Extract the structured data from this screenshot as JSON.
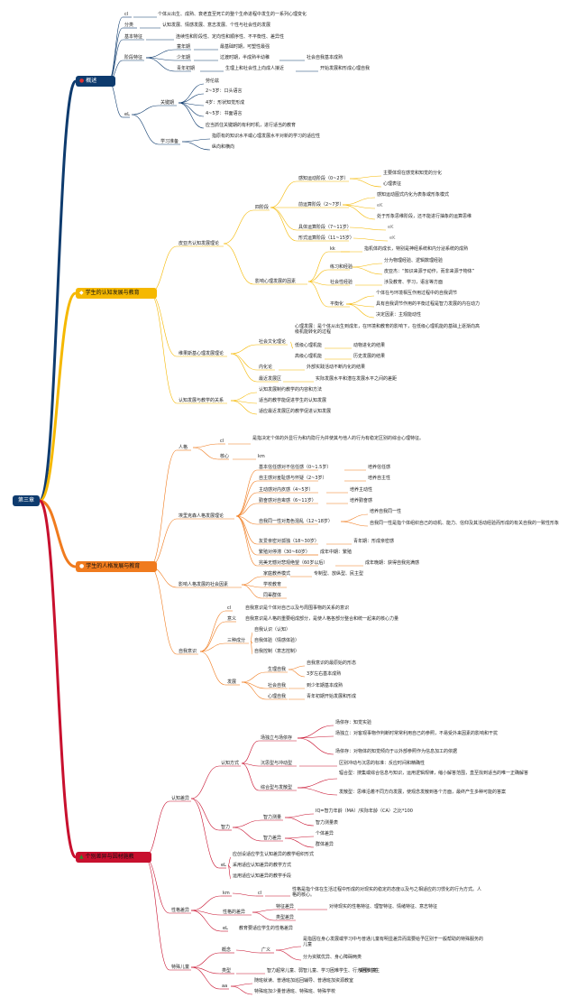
{
  "colors": {
    "root": "#0e3b6e",
    "b1": "#0e3b6e",
    "b2": "#f5b800",
    "b3": "#f07b1e",
    "b4": "#c8102e"
  },
  "root": {
    "label": "第三章"
  },
  "b1": {
    "label": "概述",
    "icon": "marker-1-icon",
    "items": {
      "c_key": "cl",
      "c_val": "个体从出生、成熟、衰老直至死亡的整个生命进程中发生的一系列心理变化",
      "fenlei": "分类",
      "fenlei_val": "认知发展、情感发展、意志发展、个性与社会性的发展",
      "jiben": "基本特征",
      "jiben_val": "连续性和阶段性、定向性和顺序性、不平衡性、差异性",
      "jieduan": "阶段特征",
      "tongnian": "童年期",
      "tongnian_val": "最基础时期，可塑性最强",
      "shaonian": "少年期",
      "shaonian_val1": "过渡时期，半成熟半幼稚",
      "shaonian_val2": "社会自我基本成熟",
      "qingnian": "青年初期",
      "qingnian_val1": "生理上和社会性上向成人接近",
      "qingnian_val2": "开始发展和形成心理自我",
      "el": "eL",
      "guanjian": "关键期",
      "gj1": "劳伦兹",
      "gj2": "2~3岁：口头语言",
      "gj3": "4岁：形状知觉形成",
      "gj4": "4~5岁：书面语言",
      "gj_note": "应当抓住关键期的有利时机，进行适当的教育",
      "xuexi": "学习准备",
      "xx1": "指原有的知识水平或心理发展水平对新的学习的适应性",
      "xx2": "纵向和横向"
    }
  },
  "b2": {
    "label": "学生的认知发展与教育",
    "icon": "bulb-icon",
    "piaget": "皮亚杰认知发展理论",
    "sijieduan": "四阶段",
    "s1": "感知运动阶段（0~2岁）",
    "s1a": "主要体现在感觉和知觉的分化",
    "s1b": "心理表征",
    "s2": "前运算阶段（2~7岁）",
    "s2a": "感知运动图式内化为表象或形象模式",
    "s2b": "eK",
    "s2c": "处于形象思维阶段，还不能进行抽象的运算思维",
    "s3": "具体运算阶段（7~11岁）",
    "s3a": "eK",
    "s4": "形式运算阶段（11~15岁）",
    "s4a": "eK",
    "yinsu": "影响心理发展的因素",
    "kk": "kk",
    "kk_val": "指机体的成长，特别是神经系统和内分泌系统的成熟",
    "lianxi": "练习和经验",
    "lx1": "分为物理经验、逻辑数理经验",
    "lx2": "皮亚杰：“知识来源于动作，而非来源于物体”",
    "shehui": "社会性经验",
    "sh1": "涉及教育、学习，语言等方面",
    "pingheng": "平衡化",
    "ph1": "个体在与环境相互作用过程中的自我调节",
    "ph2": "具有自我调节作用的平衡过程是智力发展的内在动力",
    "ph3": "决定因素：主观能动性",
    "vygotsky": "维果斯基心理发展理论",
    "wenhua": "社会文化理论",
    "wh1": "心理发展：是个体从出生到成年，在环境和教育的影响下，在低级心理机能的基础上逐渐向高级机能转化的过程",
    "wh2": "低级心理机能",
    "wh2v": "动物进化的结果",
    "wh3": "高级心理机能",
    "wh3v": "历史发展的结果",
    "neihua": "内化论",
    "neihua_v": "外部实践活动不断内化的结果",
    "zuijin": "最近发展区",
    "zuijin_v": "实际发展水平和潜在发展水平之间的差距",
    "guanxi": "认知发展与教学的关系",
    "gx1": "认知发展制约教学的内容和方法",
    "gx2": "适当的教学能促进学生的认知发展",
    "gx3": "适应最近发展区的教学促进认知发展"
  },
  "b3": {
    "label": "学生的人格发展与教育",
    "icon": "person-icon",
    "renge": "人格",
    "rg_cl": "cl",
    "rg_cl_v": "是指决定个体的外显行为和内隐行为并使其与他人的行为有稳定区别的综合心理特征。",
    "rg_hx": "核心",
    "rg_hx_v": "km",
    "erikson": "埃里克森人格发展理论",
    "e1": "基本信任感对不信任感（0~1.5岁）",
    "e1v": "培养信任感",
    "e2": "自主感对羞耻感与怀疑（2~3岁）",
    "e2v": "培养自主性",
    "e3": "主动感对内疚感（4~5岁）",
    "e3v": "培养主动性",
    "e4": "勤奋感对自卑感（6~11岁）",
    "e4v": "培养勤奋感",
    "e5": "自我同一性对角色混乱（12~18岁）",
    "e5v1": "培养自我同一性",
    "e5v2": "自我同一性是指个体组织自己的动机、能力、信仰及其活动经验而形成的有关自我的一致性形象",
    "e6": "友爱亲密对孤独（18~30岁）",
    "e6v": "青年期：形成亲密感",
    "e7": "繁殖对停滞（30~60岁）",
    "e7v": "成年中期：繁殖",
    "e8": "完美无憾对悲观绝望（60岁以后）",
    "e8v": "成年晚期：获得自我完满感",
    "yingxiang": "影响人格发展的社会因素",
    "yx1": "家庭教养模式",
    "yx1v": "专制型、放纵型、民主型",
    "yx2": "学校教育",
    "yx3": "同辈群体",
    "ziwo": "自我意识",
    "zw_cl": "cl",
    "zw_cl_v": "自我意识是个体对自己以及与周围事物的关系的意识",
    "zw_yy": "意义",
    "zw_yy_v": "自我意识是人格的重要组成部分，是使人格各部分整合和统一起来的核心力量",
    "sanzhong": "三种成分",
    "sz1": "自我认识（认知）",
    "sz2": "自我体验（情感体验）",
    "sz3": "自我控制（意志控制）",
    "fazhan": "发展",
    "fz1": "生理自我",
    "fz1a": "自我意识的最原始的形态",
    "fz1b": "3岁左右基本成熟",
    "fz2": "社会自我",
    "fz2a": "到少年期基本成熟",
    "fz3": "心理自我",
    "fz3a": "青年初期开始发展和形成"
  },
  "b4": {
    "label": "个别差异与因材施教",
    "icon": "bell-icon",
    "renzhi": "认知差异",
    "fangshi": "认知方式",
    "cd": "场独立与场依存",
    "cd1": "场依存：知觉实验",
    "cd2": "场独立：对客观事物作判断时常常利用自己的参照，不易受外来因素的影响和干扰",
    "cd3": "场依存：对物体的知觉倾向于以外部参照作为信息加工的依据",
    "cs": "沉思型与冲动型",
    "cs1": "区别冲动与沉思的标准：反应时间和精确性",
    "zh": "综合型与发散型",
    "zh1": "辐合型：搜集或综合信息与知识，运用逻辑规律，缩小解答范围，直至找到适当的唯一正确解答",
    "zh2": "发散型：思维沿着不同方向发展，使观念发散到各个方面，最终产生多种可能的答案",
    "zhili": "智力",
    "zlcl": "智力测量",
    "zlcl1": "IQ=智力年龄（MA）/实际年龄（CA）之比*100",
    "zlcl2": "智力测量表",
    "zlcy": "智力差异",
    "zlcy1": "个体差异",
    "zlcy2": "群体差异",
    "el": "eL",
    "el1": "应创设适应学生认知差异的教学组织形式",
    "el2": "采用适应认知差异的教学方式",
    "el3": "运用适应认知差异的教学手段",
    "xingge": "性格差异",
    "km": "km",
    "cl": "cl",
    "clv": "性格是指个体在生活过程中形成的对现实的稳定的态度以及与之相适应的习惯化的行为方式。人格的核心。",
    "xg_jg": "性格的差异",
    "xg1": "特征差异",
    "xg1v": "对待现实的性格特征、理智特征、情绪特征、意志特征",
    "xg2": "类型差异",
    "xg_el": "eL",
    "xg_elv": "教育要适应学生的性格差异",
    "teshu": "特殊儿童",
    "gainian": "概念",
    "guangyi": "广义",
    "gy1": "是指因在身心发展或学习中与普通儿童有明显差异而需要给予区别于一般帮助的特殊服务的儿童",
    "gy2": "分为资赋优异、身心障碍两类",
    "leixing": "类型",
    "lx1": "智力超常儿童、弱智儿童、学习困难学生、行为困难学生",
    "lx1b": "聋哑儿童",
    "aa": "aa",
    "aa1": "随班就读、普通班加巡回辅导、普通班加资源教室",
    "aa2": "特殊班加少量普通班、特殊班、特殊学校"
  }
}
